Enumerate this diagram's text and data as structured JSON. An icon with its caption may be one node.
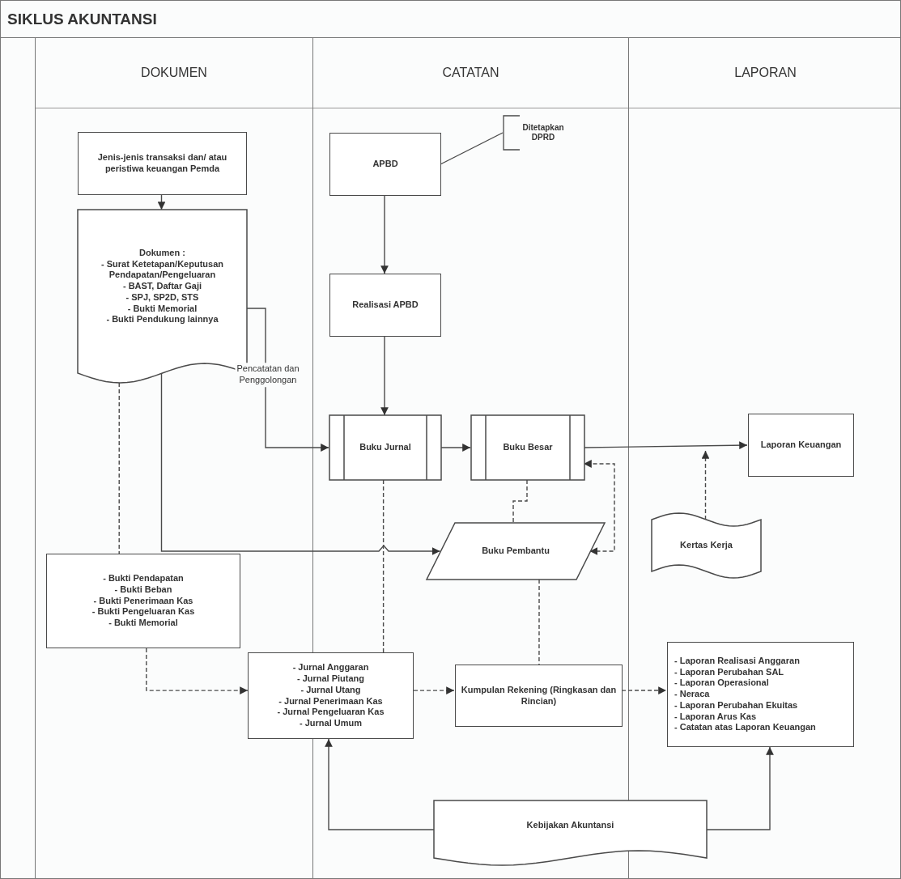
{
  "diagram": {
    "title": "SIKLUS AKUNTANSI",
    "nodes": [
      {
        "text": [
          "DOKUMEN"
        ]
      },
      {
        "text": [
          "CATATAN"
        ]
      },
      {
        "text": [
          "LAPORAN"
        ]
      },
      {
        "text": [
          "Jenis-jenis transaksi dan/ atau peristiwa keuangan Pemda"
        ],
        "in": 0
      },
      {
        "text": [
          "Dokumen :",
          "- Surat Ketetapan/Keputusan Pendapatan/Pengeluaran",
          "- BAST, Daftar Gaji",
          "- SPJ, SP2D, STS",
          "- Bukti Memorial",
          "- Bukti Pendukung lainnya"
        ],
        "in": 0
      },
      {
        "text": [
          "APBD"
        ],
        "in": 1
      },
      {
        "text": [
          "Ditetapkan DPRD"
        ],
        "in": 1
      },
      {
        "text": [
          "Realisasi APBD"
        ],
        "in": 1
      },
      {
        "text": [
          "Buku Jurnal"
        ],
        "in": 1
      },
      {
        "text": [
          "Buku Besar"
        ],
        "in": 1
      },
      {
        "text": [
          "Laporan Keuangan"
        ],
        "in": 2
      },
      {
        "text": [
          "Buku Pembantu"
        ],
        "in": 1
      },
      {
        "text": [
          "Kertas Kerja"
        ],
        "in": 2
      },
      {
        "text": [
          "- Bukti Pendapatan",
          "- Bukti Beban",
          "- Bukti Penerimaan Kas",
          "- Bukti Pengeluaran Kas",
          "- Bukti Memorial"
        ],
        "in": 0
      },
      {
        "text": [
          "- Jurnal Anggaran",
          "- Jurnal Piutang",
          "- Jurnal Utang",
          "- Jurnal Penerimaan Kas",
          "- Jurnal Pengeluaran Kas",
          "- Jurnal Umum"
        ]
      },
      {
        "text": [
          "Kumpulan Rekening (Ringkasan dan Rincian)"
        ],
        "in": 1
      },
      {
        "text": [
          "- Laporan Realisasi Anggaran",
          "- Laporan Perubahan SAL",
          "- Laporan Operasional",
          "- Neraca",
          "- Laporan Perubahan Ekuitas",
          "- Laporan Arus Kas",
          "- Catatan atas Laporan Keuangan"
        ],
        "in": 2
      },
      {
        "text": [
          "Kebijakan Akuntansi"
        ]
      }
    ],
    "edges": [
      {
        "from": 3,
        "to": 4,
        "arrow": "to"
      },
      {
        "from": 5,
        "to": 6,
        "arrow": "none"
      },
      {
        "from": 5,
        "to": 7,
        "arrow": "to"
      },
      {
        "from": 7,
        "to": 8,
        "arrow": "to"
      },
      {
        "from": 4,
        "to": 8,
        "arrow": "to",
        "label": "Pencatatan dan Penggolongan"
      },
      {
        "from": 8,
        "to": 9,
        "arrow": "to"
      },
      {
        "from": 9,
        "to": 10,
        "arrow": "to"
      },
      {
        "from": 12,
        "to": null,
        "arrow": "to",
        "style": "dashed"
      },
      {
        "from": 4,
        "to": 11,
        "arrow": "to"
      },
      {
        "from": 9,
        "to": 11,
        "arrow": "none",
        "style": "dashed"
      },
      {
        "from": 11,
        "to": 9,
        "arrow": "both",
        "style": "dashed"
      },
      {
        "from": 8,
        "to": 14,
        "arrow": "none",
        "style": "dashed"
      },
      {
        "from": 11,
        "to": 15,
        "arrow": "none",
        "style": "dashed"
      },
      {
        "from": 4,
        "to": 13,
        "arrow": "none",
        "style": "dashed"
      },
      {
        "from": 13,
        "to": 14,
        "arrow": "to",
        "style": "dashed"
      },
      {
        "from": 14,
        "to": 15,
        "arrow": "to",
        "style": "dashed"
      },
      {
        "from": 15,
        "to": 16,
        "arrow": "to",
        "style": "dashed"
      },
      {
        "from": 17,
        "to": 14,
        "arrow": "to"
      },
      {
        "from": 17,
        "to": 16,
        "arrow": "to"
      }
    ]
  }
}
